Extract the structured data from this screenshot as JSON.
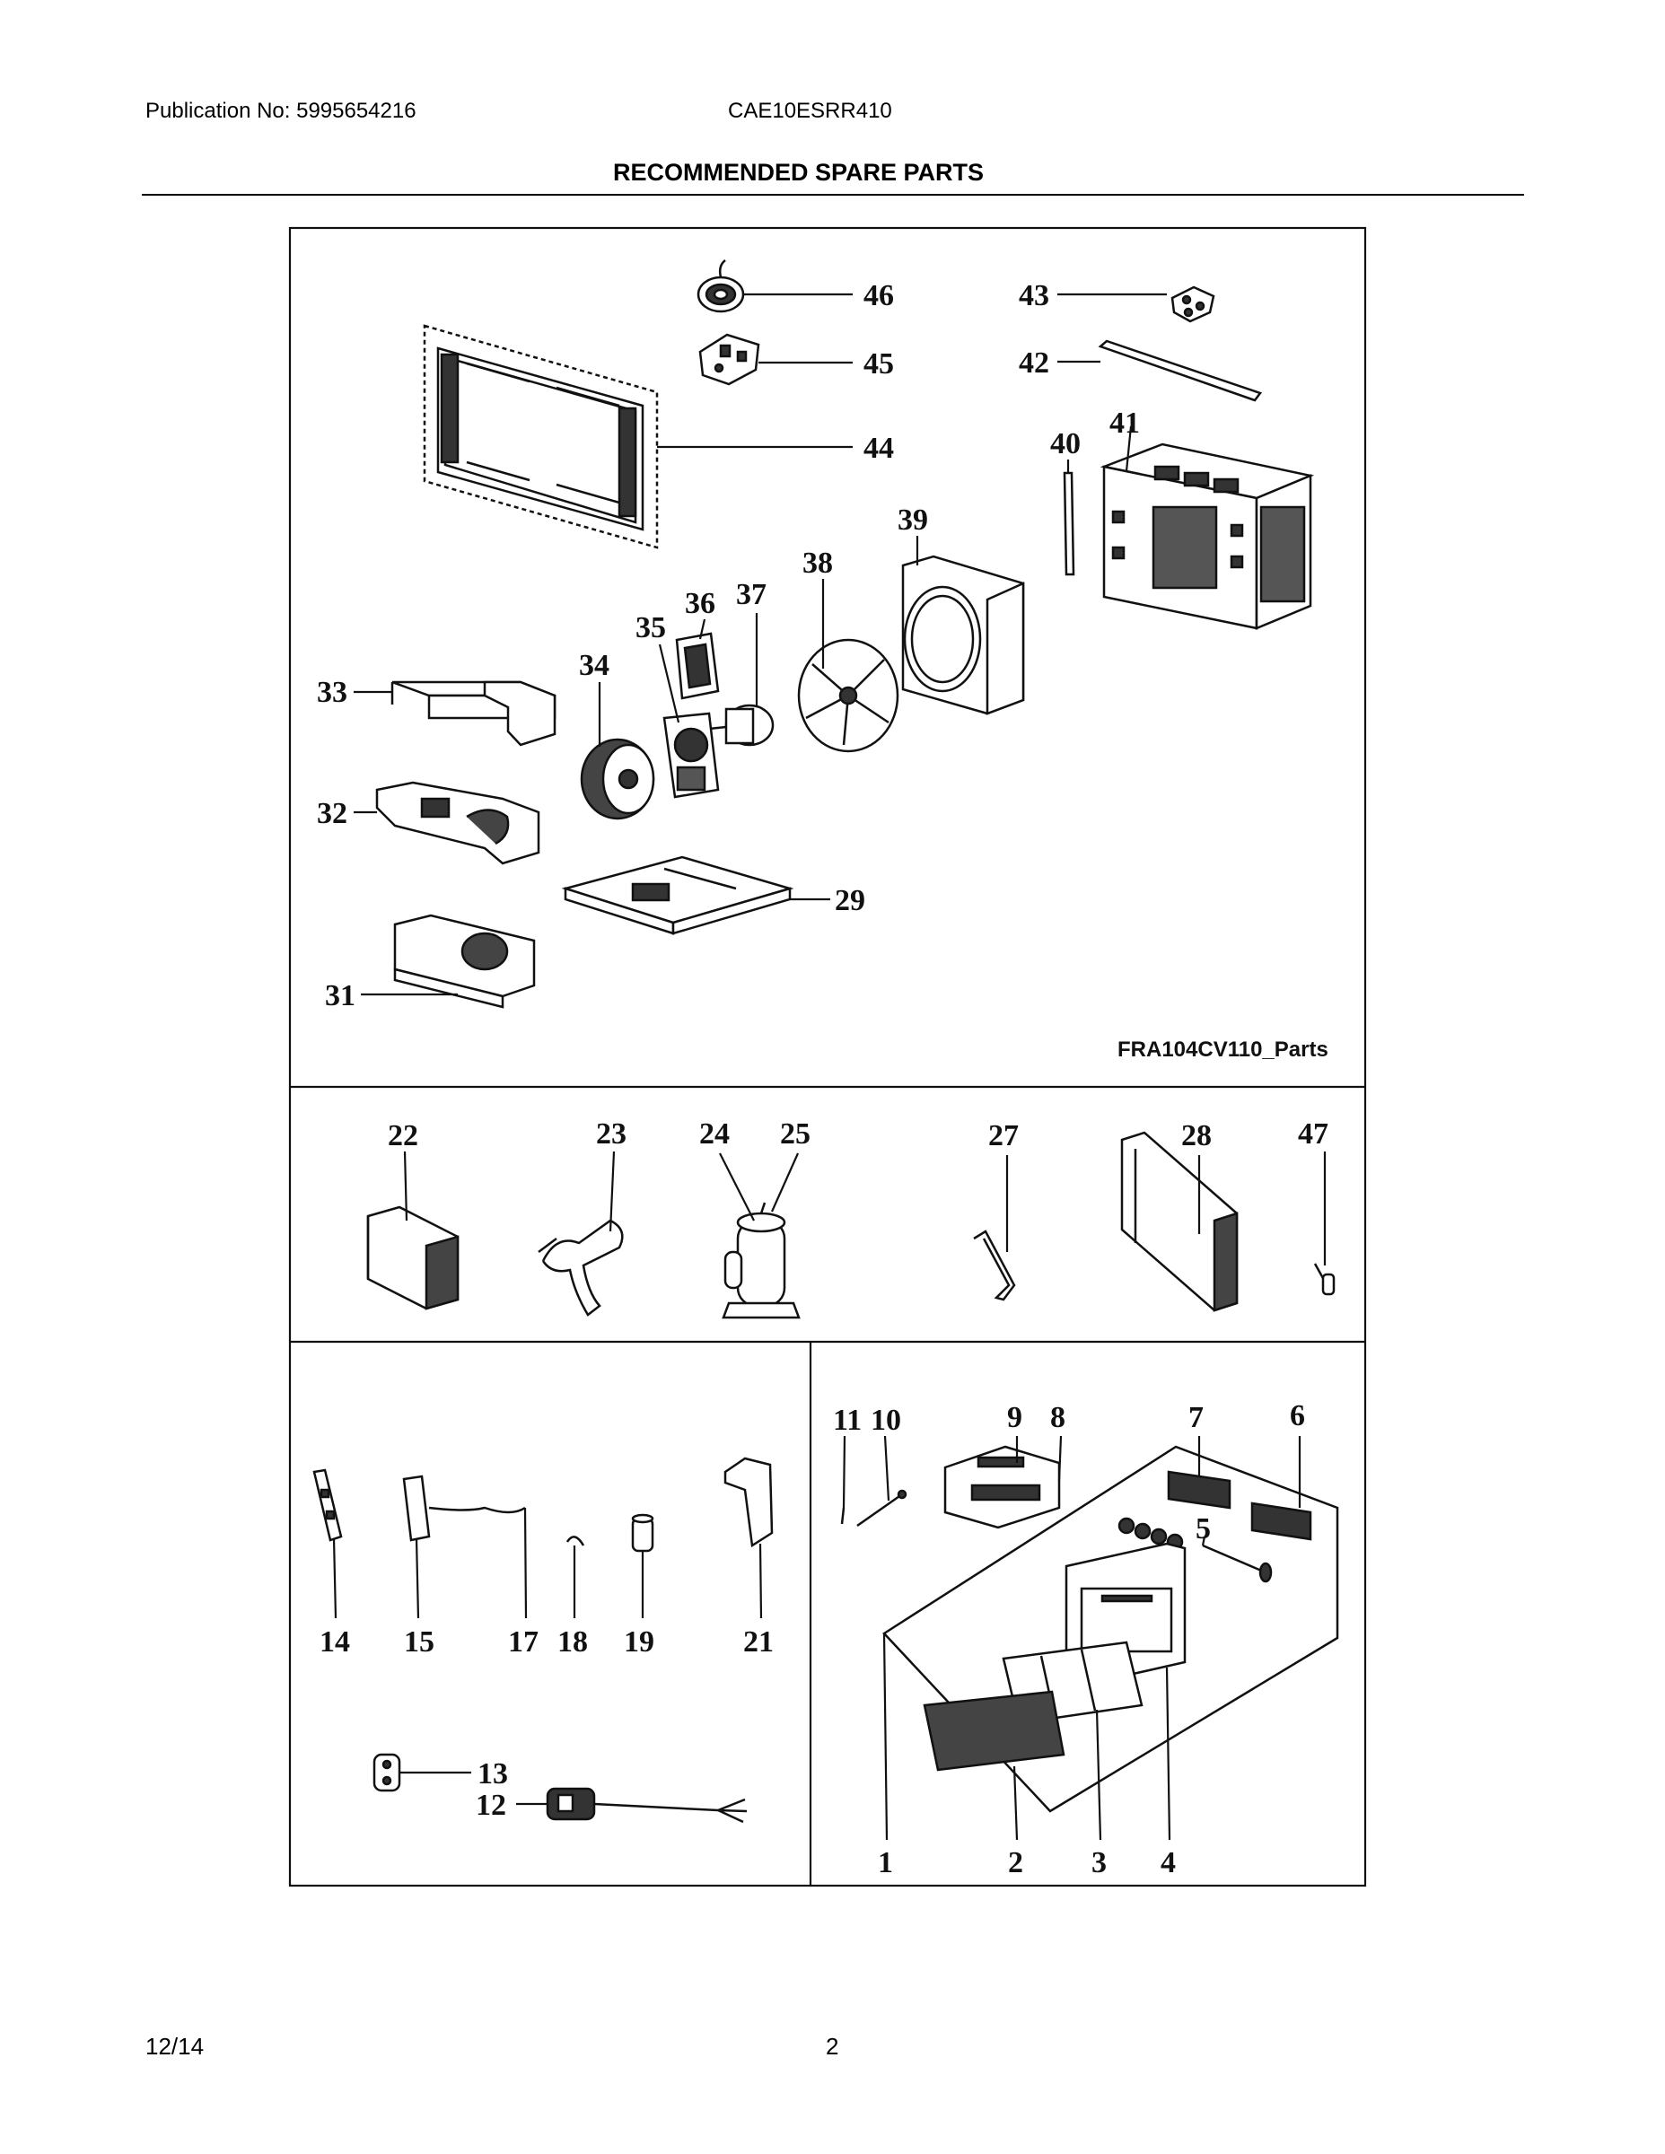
{
  "header": {
    "publication": "Publication No:  5995654216",
    "model": "CAE10ESRR410",
    "title": "RECOMMENDED SPARE PARTS"
  },
  "diagram": {
    "drawing_tag": "FRA104CV110_Parts",
    "callouts": [
      "46",
      "45",
      "44",
      "43",
      "42",
      "41",
      "40",
      "39",
      "38",
      "37",
      "36",
      "35",
      "34",
      "33",
      "32",
      "31",
      "29",
      "22",
      "23",
      "24",
      "25",
      "27",
      "28",
      "47",
      "14",
      "15",
      "17",
      "18",
      "19",
      "21",
      "13",
      "12",
      "11",
      "10",
      "9",
      "8",
      "7",
      "6",
      "5",
      "1",
      "2",
      "3",
      "4"
    ]
  },
  "footer": {
    "date": "12/14",
    "page": "2"
  }
}
